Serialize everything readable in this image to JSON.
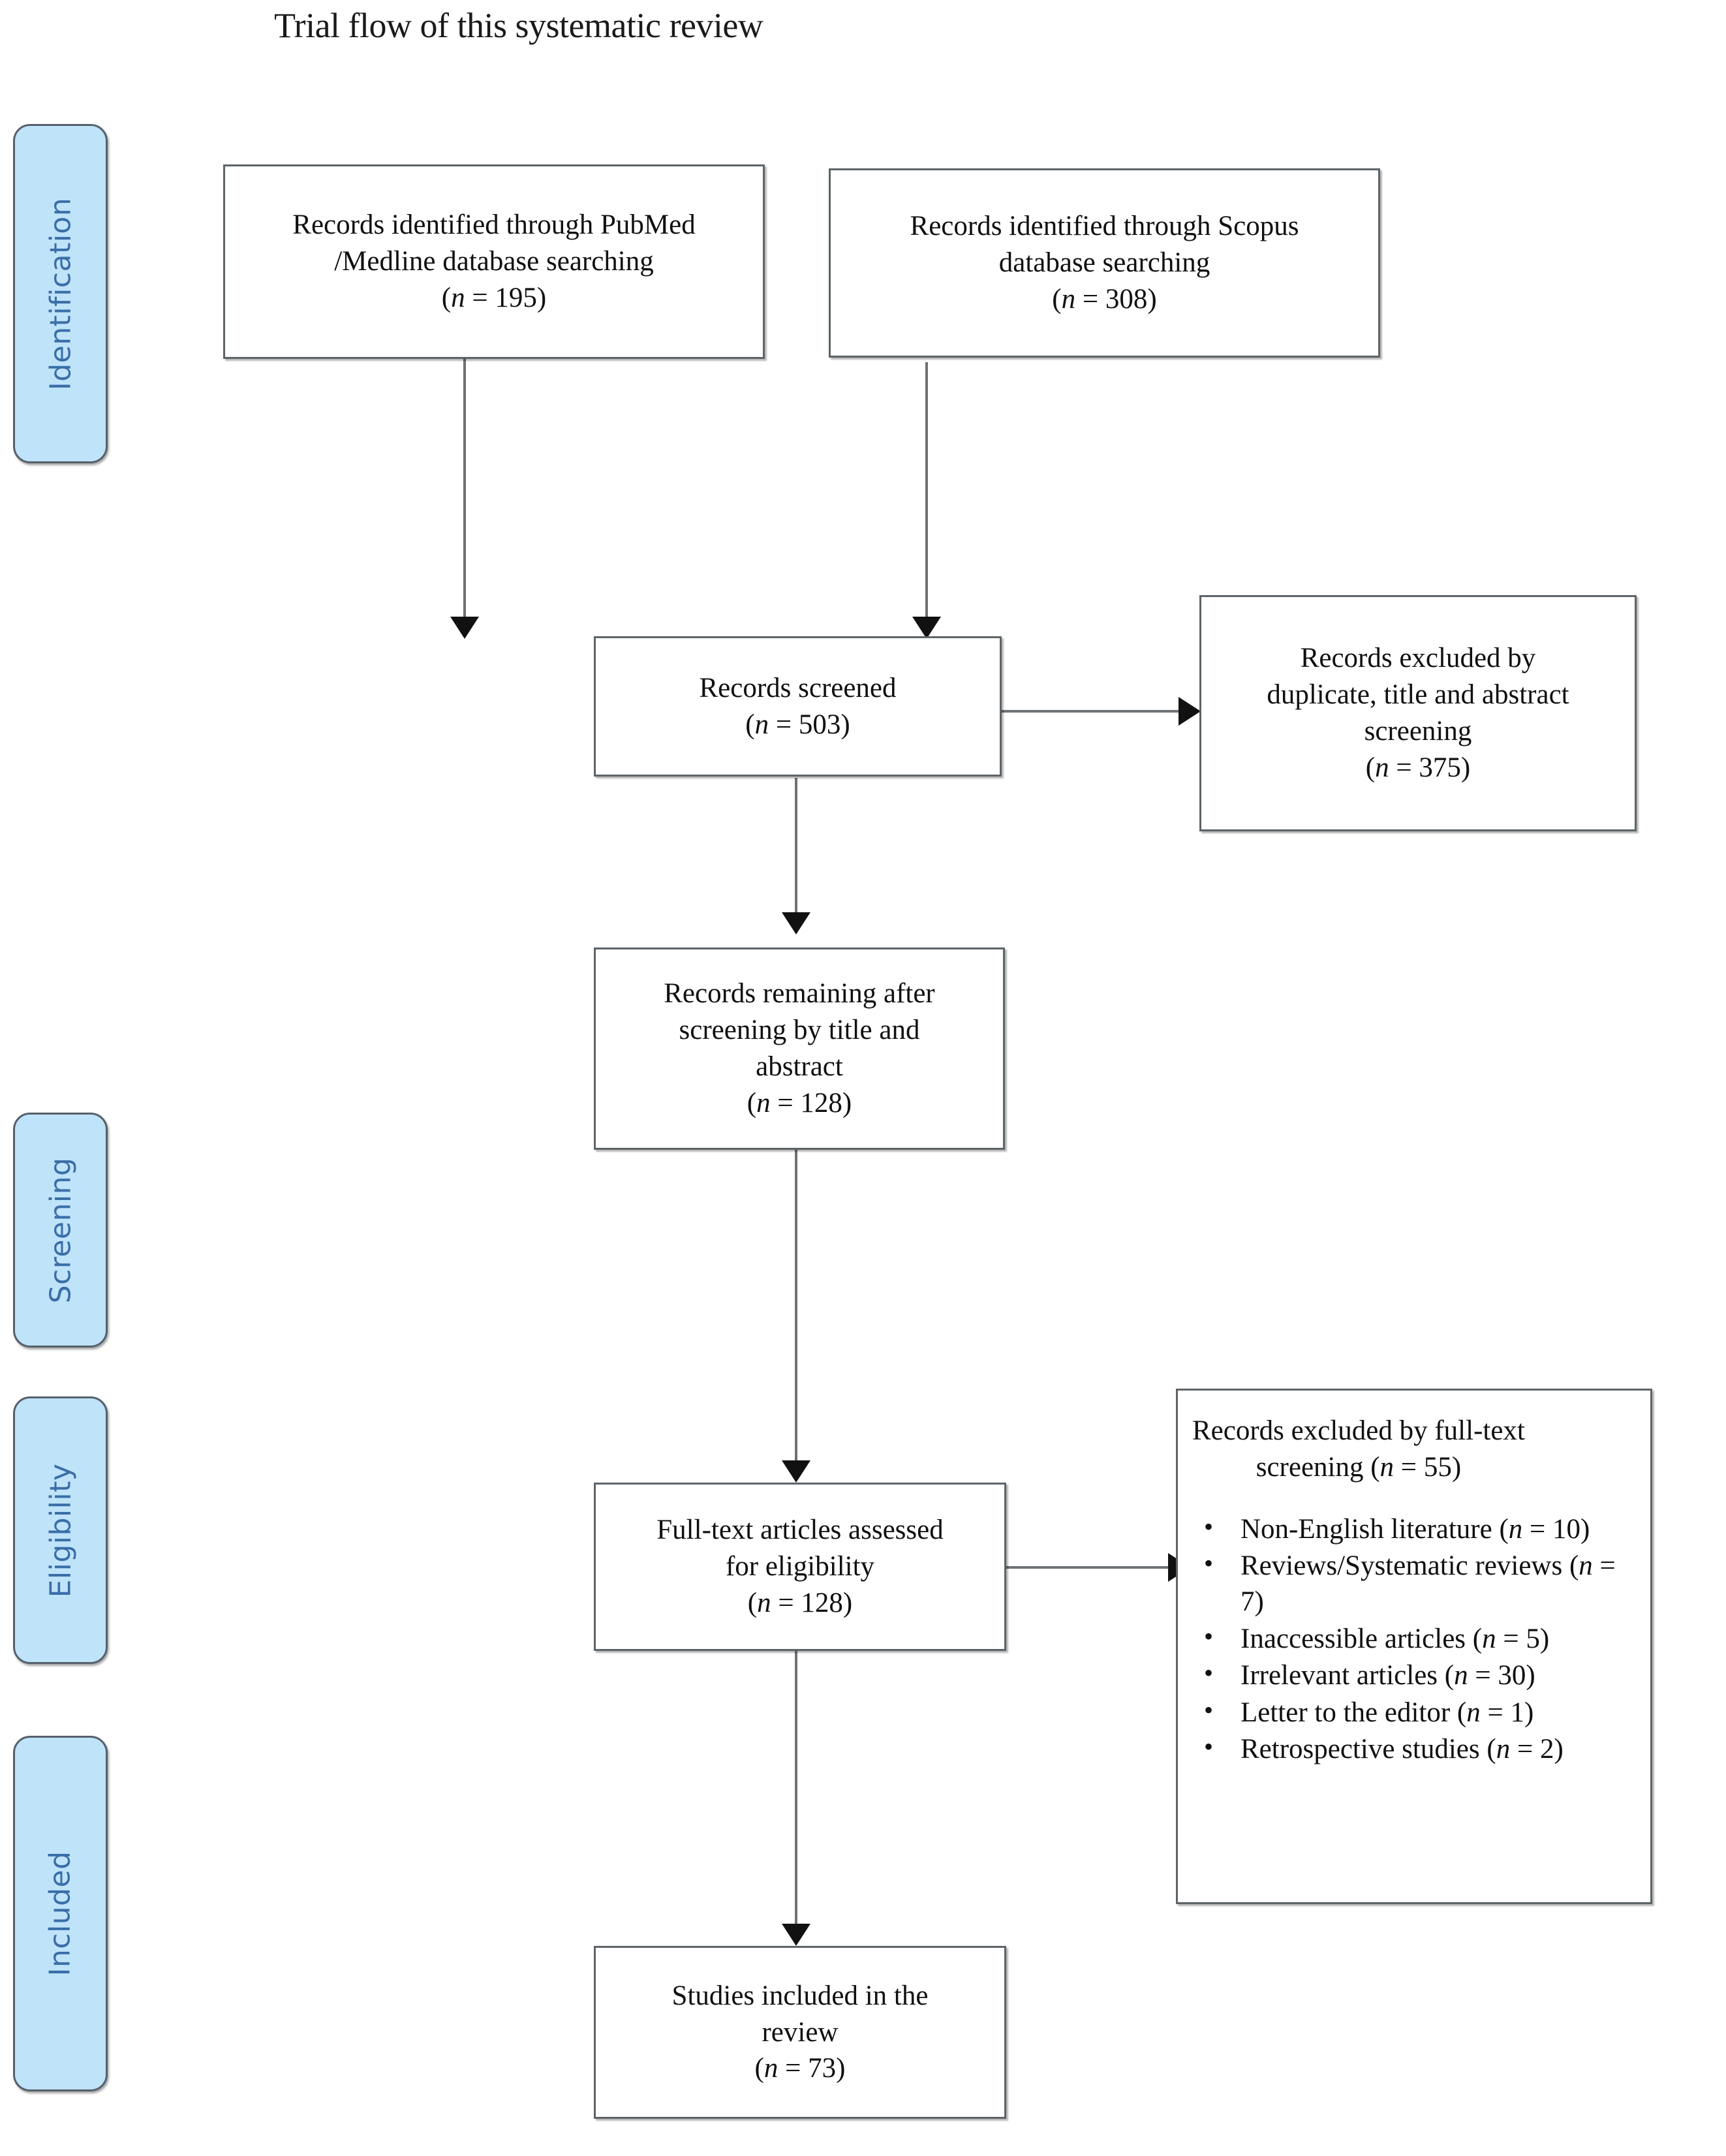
{
  "title": "Trial flow of this systematic review",
  "stages": [
    {
      "id": "identification",
      "label": "Identification"
    },
    {
      "id": "screening",
      "label": "Screening"
    },
    {
      "id": "eligibility",
      "label": "Eligibility"
    },
    {
      "id": "included",
      "label": "Included"
    }
  ],
  "colors": {
    "stage_tab_fill": "#bfe3f9",
    "stage_tab_border": "#56616b",
    "stage_label_text": "#3a6ea8",
    "box_border": "#5d6468",
    "box_fill": "#ffffff",
    "connector": "#6e7276",
    "arrowhead": "#111111",
    "text": "#101010"
  },
  "boxes": {
    "pubmed": {
      "line1": "Records identified through PubMed",
      "line2": "/Medline database searching",
      "count_prefix": "(",
      "count_var": "n",
      "count_eq": " = ",
      "count_value": "195",
      "count_suffix": ")"
    },
    "scopus": {
      "line1": "Records identified through Scopus",
      "line2": "database searching",
      "count_prefix": "(",
      "count_var": "n",
      "count_eq": " = ",
      "count_value": "308",
      "count_suffix": ")"
    },
    "screened": {
      "line1": "Records screened",
      "count_prefix": "(",
      "count_var": "n",
      "count_eq": " = ",
      "count_value": "503",
      "count_suffix": ")"
    },
    "excluded_title_abstract": {
      "line1": "Records excluded by",
      "line2": "duplicate, title and abstract",
      "line3": "screening",
      "count_prefix": "(",
      "count_var": "n",
      "count_eq": " = ",
      "count_value": "375",
      "count_suffix": ")"
    },
    "remaining": {
      "line1": "Records remaining after",
      "line2": "screening by title and",
      "line3": "abstract",
      "count_prefix": "(",
      "count_var": "n",
      "count_eq": " = ",
      "count_value": "128",
      "count_suffix": ")"
    },
    "fulltext": {
      "line1": "Full-text articles assessed",
      "line2": "for eligibility",
      "count_prefix": "(",
      "count_var": "n",
      "count_eq": " = ",
      "count_value": "128",
      "count_suffix": ")"
    },
    "excluded_fulltext": {
      "heading_line1": "Records excluded by full-text",
      "heading_line2_prefix": "screening (",
      "heading_var": "n",
      "heading_eq": " = ",
      "heading_value": "55",
      "heading_suffix": ")",
      "items": [
        {
          "label": "Non-English literature (",
          "var": "n",
          "eq": " = ",
          "value": "10",
          "suffix": ")"
        },
        {
          "label": "Reviews/Systematic reviews (",
          "var": "n",
          "eq": " = ",
          "value": "7",
          "suffix": ")"
        },
        {
          "label": "Inaccessible articles (",
          "var": "n",
          "eq": " = ",
          "value": "5",
          "suffix": ")"
        },
        {
          "label": "Irrelevant articles (",
          "var": "n",
          "eq": " = ",
          "value": "30",
          "suffix": ")"
        },
        {
          "label": "Letter to the editor (",
          "var": "n",
          "eq": " = ",
          "value": "1",
          "suffix": ")"
        },
        {
          "label": "Retrospective studies (",
          "var": "n",
          "eq": " = ",
          "value": "2",
          "suffix": ")"
        }
      ]
    },
    "included": {
      "line1": "Studies included in the",
      "line2": "review",
      "count_prefix": "(",
      "count_var": "n",
      "count_eq": " = ",
      "count_value": "73",
      "count_suffix": ")"
    }
  },
  "chart_data": {
    "type": "diagram",
    "title": "Trial flow of this systematic review",
    "nodes": [
      {
        "id": "pubmed",
        "stage": "Identification",
        "label": "Records identified through PubMed /Medline database searching",
        "n": 195
      },
      {
        "id": "scopus",
        "stage": "Identification",
        "label": "Records identified through Scopus database searching",
        "n": 308
      },
      {
        "id": "screened",
        "stage": "Screening",
        "label": "Records screened",
        "n": 503
      },
      {
        "id": "excluded_title_abstract",
        "stage": "Screening",
        "label": "Records excluded by duplicate, title and abstract screening",
        "n": 375
      },
      {
        "id": "remaining",
        "stage": "Screening",
        "label": "Records remaining after screening by title and abstract",
        "n": 128
      },
      {
        "id": "fulltext",
        "stage": "Eligibility",
        "label": "Full-text articles assessed for eligibility",
        "n": 128
      },
      {
        "id": "excluded_fulltext",
        "stage": "Eligibility",
        "label": "Records excluded by full-text screening",
        "n": 55,
        "breakdown": [
          {
            "reason": "Non-English literature",
            "n": 10
          },
          {
            "reason": "Reviews/Systematic reviews",
            "n": 7
          },
          {
            "reason": "Inaccessible articles",
            "n": 5
          },
          {
            "reason": "Irrelevant articles",
            "n": 30
          },
          {
            "reason": "Letter to the editor",
            "n": 1
          },
          {
            "reason": "Retrospective studies",
            "n": 2
          }
        ]
      },
      {
        "id": "included",
        "stage": "Included",
        "label": "Studies included in the review",
        "n": 73
      }
    ],
    "edges": [
      {
        "from": "pubmed",
        "to": "screened",
        "direction": "down"
      },
      {
        "from": "scopus",
        "to": "screened",
        "direction": "down"
      },
      {
        "from": "screened",
        "to": "excluded_title_abstract",
        "direction": "right"
      },
      {
        "from": "screened",
        "to": "remaining",
        "direction": "down"
      },
      {
        "from": "remaining",
        "to": "fulltext",
        "direction": "down"
      },
      {
        "from": "fulltext",
        "to": "excluded_fulltext",
        "direction": "right"
      },
      {
        "from": "fulltext",
        "to": "included",
        "direction": "down"
      }
    ]
  }
}
